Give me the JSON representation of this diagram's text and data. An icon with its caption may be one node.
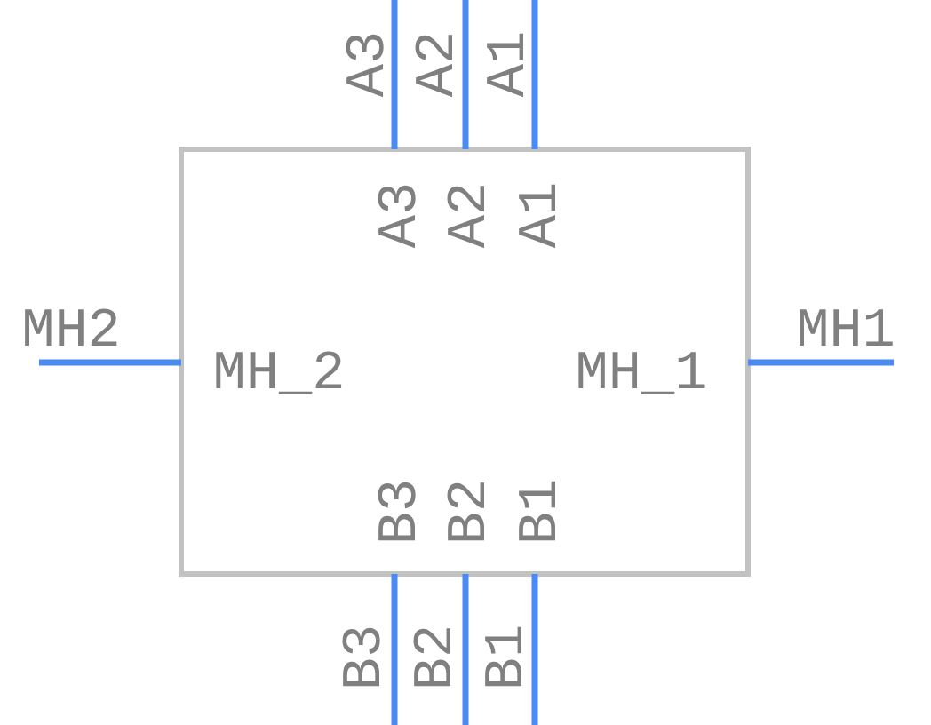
{
  "diagram": {
    "labels": [
      "A3",
      "A2",
      "A1",
      "A3",
      "A2",
      "A1",
      "MH2",
      "MH_2",
      "MH_1",
      "MH1",
      "B3",
      "B2",
      "B1",
      "B3",
      "B2",
      "B1"
    ]
  }
}
